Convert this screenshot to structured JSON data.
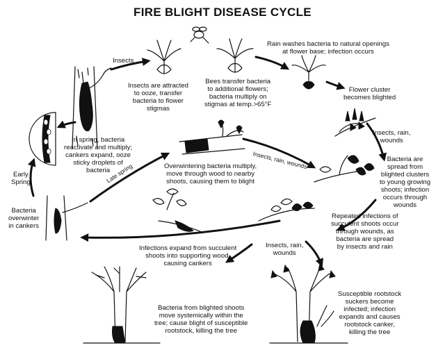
{
  "title": "FIRE BLIGHT DISEASE CYCLE",
  "labels": {
    "insects_top": "Insects",
    "ooze": "Insects are attracted\nto ooze, transfer\nbacteria to flower\nstigmas",
    "bees": "Bees transfer bacteria\nto additional flowers;\nbacteria multiply on\nstigmas at temp.>65°F",
    "rain": "Rain washes bacteria to natural openings\nat flower base; infection occurs",
    "cluster": "Flower cluster\nbecomes blighted",
    "insects_rain_wounds_right": "Insects, rain,\nwounds",
    "spread": "Bacteria are\nspread from\nblighted clusters\nto young growing\nshoots; infection\noccurs through\nwounds",
    "repeated": "Repeated infections of\nsucculent shoots occur\nthrough wounds, as\nbacteria are spread\nby insects and rain",
    "insects_rain_wounds_low": "Insects, rain,\nwounds",
    "suckers": "Susceptible rootstock\nsuckers become\ninfected; infection\nexpands and causes\nrootstock canker,\nkilling the tree",
    "systemic": "Bacteria from blighted shoots\nmove systemically within the\ntree; cause blight of susceptible\nrootstock, killing the tree",
    "expand": "Infections expand from succulent\nshoots into supporting wood,\ncausing cankers",
    "overwinter": "Bacteria\noverwinter\nin cankers",
    "early_spring": "Early\nSpring",
    "reactivate": "In spring, bacteria\nreactivate and multiply;\ncankers expand, ooze\nsticky droplets of\nbacteria",
    "overwintering": "Overwintering bacteria multiply,\nmove through wood to nearby\nshoots, causing them to blight",
    "late_spring": "Late spring",
    "insects_rain_wounds_mid": "Insects, rain, wounds"
  },
  "icons": [
    "bee-icon",
    "flower-icon",
    "blighted-cluster-icon",
    "shoot-icon",
    "tree-icon",
    "canker-bark-icon",
    "ooze-droplets-icon"
  ]
}
